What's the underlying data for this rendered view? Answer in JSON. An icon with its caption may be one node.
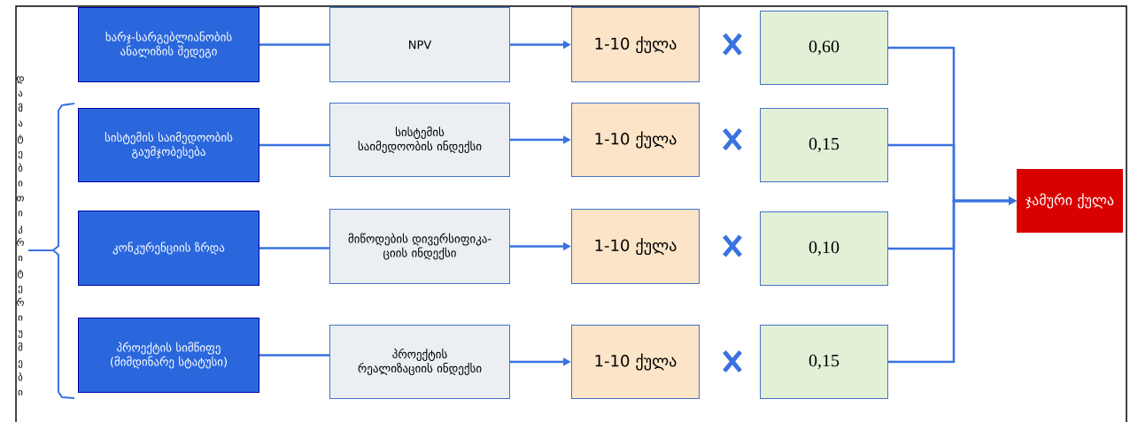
{
  "diagram": {
    "nodes": [
      {
        "text": [
          "ხარჯ-სარგებლიანობის ანალიზის შედეგი"
        ]
      },
      {
        "text": [
          "სისტემის საიმედოობის გაუმჯობესება"
        ]
      },
      {
        "text": [
          "კონკურენციის ზრდა"
        ]
      },
      {
        "text": [
          "პროექტის სიმწიფე (მიმდინარე სტატუსი)"
        ]
      },
      {
        "text": [
          "NPV"
        ]
      },
      {
        "text": [
          "სისტემის საიმედოობის ინდექსი"
        ]
      },
      {
        "text": [
          "მიწოდების დივერსიფიკა-ციის ინდექსი"
        ]
      },
      {
        "text": [
          "პროექტის რეალიზაციის ინდექსი"
        ]
      },
      {
        "text": [
          "1-10 ქულა"
        ]
      },
      {
        "text": [
          "1-10 ქულა"
        ]
      },
      {
        "text": [
          "1-10 ქულა"
        ]
      },
      {
        "text": [
          "1-10 ქულა"
        ]
      },
      {
        "text": [
          "0,60"
        ]
      },
      {
        "text": [
          "0,15"
        ]
      },
      {
        "text": [
          "0,10"
        ]
      },
      {
        "text": [
          "0,15"
        ]
      },
      {
        "text": [
          "ჯამური ქულა"
        ]
      }
    ],
    "edges": [
      {
        "from": 0,
        "to": 4,
        "arrow": "none"
      },
      {
        "from": 1,
        "to": 5,
        "arrow": "none"
      },
      {
        "from": 2,
        "to": 6,
        "arrow": "none"
      },
      {
        "from": 3,
        "to": 7,
        "arrow": "none"
      },
      {
        "from": 4,
        "to": 8,
        "arrow": "to"
      },
      {
        "from": 5,
        "to": 9,
        "arrow": "to"
      },
      {
        "from": 6,
        "to": 10,
        "arrow": "to"
      },
      {
        "from": 7,
        "to": 11,
        "arrow": "to"
      },
      {
        "from": 12,
        "to": 16,
        "arrow": "to"
      },
      {
        "from": 13,
        "to": 16,
        "arrow": "to"
      },
      {
        "from": 14,
        "to": 16,
        "arrow": "to"
      },
      {
        "from": 15,
        "to": 16,
        "arrow": "to"
      }
    ],
    "labels": [
      "დამატებითი კრიტერიუმები"
    ]
  }
}
